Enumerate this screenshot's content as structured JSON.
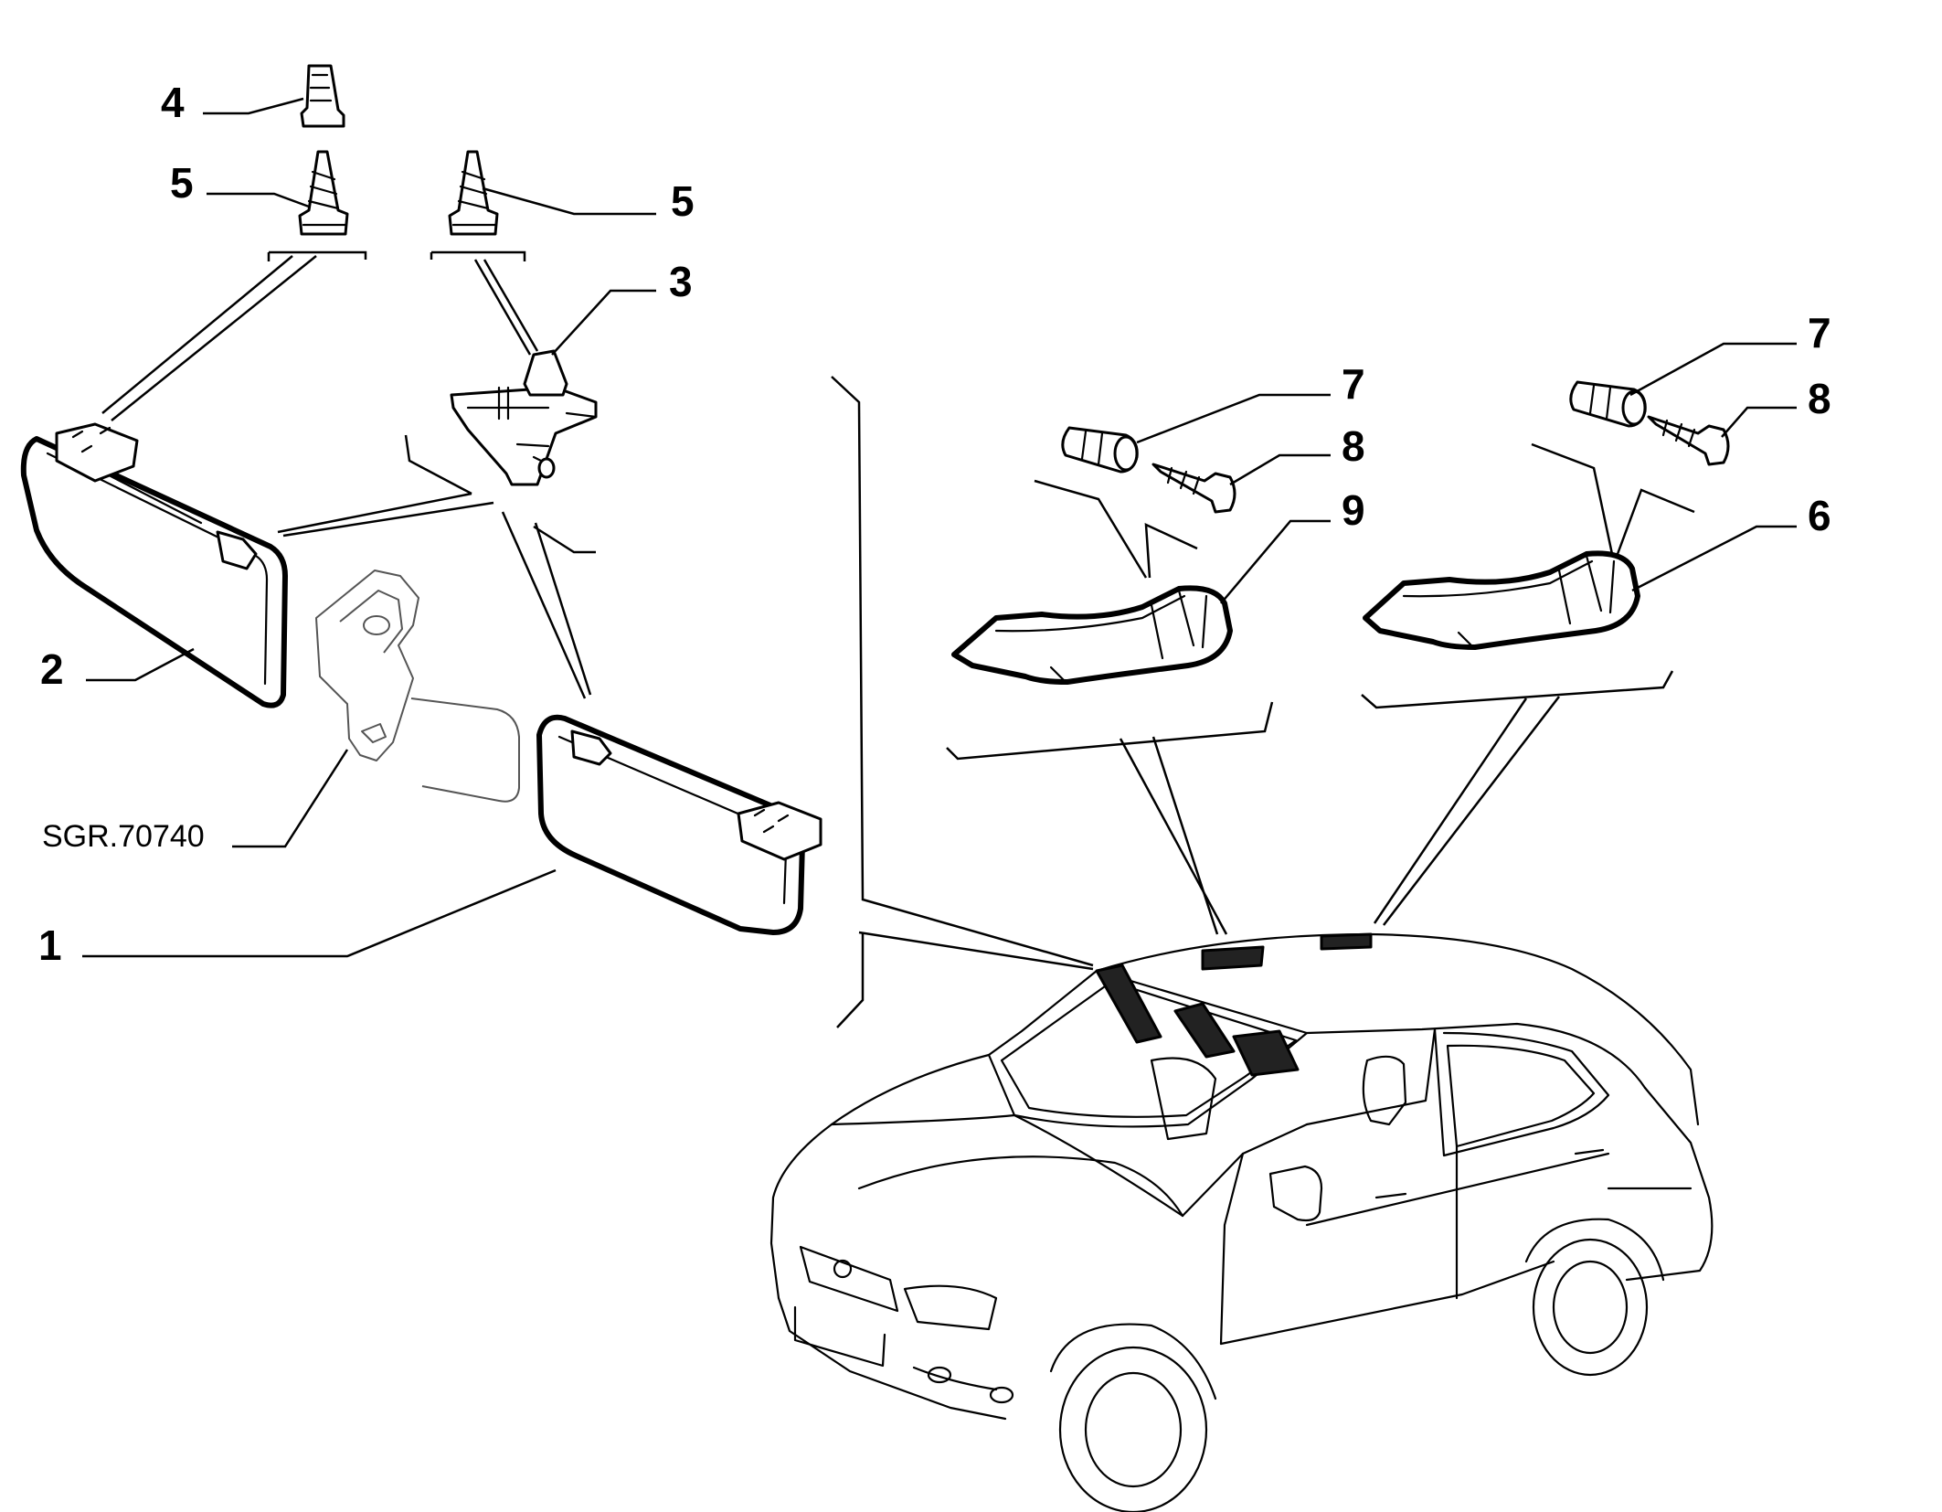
{
  "callouts": {
    "c1": "1",
    "c2": "2",
    "c3": "3",
    "c4": "4",
    "c5a": "5",
    "c5b": "5",
    "c6": "6",
    "c7a": "7",
    "c7b": "7",
    "c8a": "8",
    "c8b": "8",
    "c9": "9"
  },
  "reference_code": "SGR.70740"
}
